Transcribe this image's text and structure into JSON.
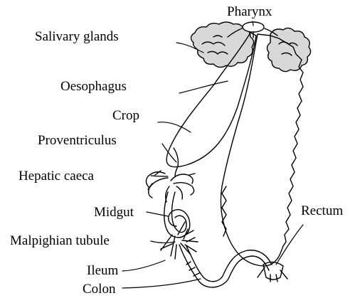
{
  "diagram": {
    "labels": {
      "pharynx": "Pharynx",
      "salivary_glands": "Salivary glands",
      "oesophagus": "Oesophagus",
      "crop": "Crop",
      "proventriculus": "Proventriculus",
      "hepatic_caeca": "Hepatic caeca",
      "midgut": "Midgut",
      "malpighian_tubule": "Malpighian tubule",
      "ileum": "Ileum",
      "colon": "Colon",
      "rectum": "Rectum"
    },
    "colors": {
      "ink": "#000000",
      "background": "#ffffff",
      "gland_fill": "#d8d8d8"
    }
  }
}
